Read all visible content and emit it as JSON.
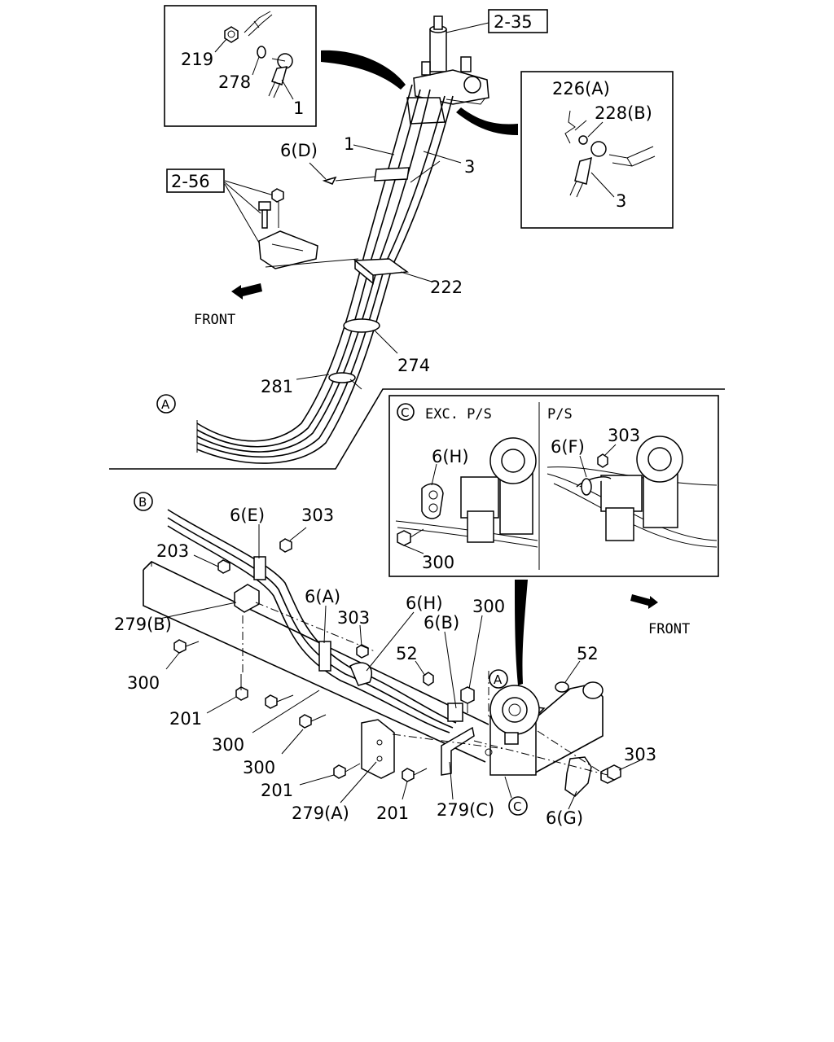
{
  "refs": {
    "r_2_35": "2-35",
    "r_2_56": "2-56"
  },
  "labels": {
    "p219": "219",
    "p278": "278",
    "p1_inset": "1",
    "p226A": "226(A)",
    "p228B": "228(B)",
    "p3_inset": "3",
    "p6D": "6(D)",
    "p1_main": "1",
    "p3_main": "3",
    "p222": "222",
    "p274": "274",
    "p281": "281",
    "front_top": "FRONT",
    "front_right": "FRONT",
    "circA_top": "A",
    "circB": "B",
    "circA_mid": "A",
    "circC_box": "C",
    "circC_bottom": "C",
    "exc_ps": "EXC. P/S",
    "ps": "P/S",
    "p6H_box": "6(H)",
    "p300_box": "300",
    "p6F": "6(F)",
    "p303_box": "303",
    "p6E": "6(E)",
    "p303_a": "303",
    "p203": "203",
    "p279B": "279(B)",
    "p300_a": "300",
    "p6A": "6(A)",
    "p303_b": "303",
    "p6H": "6(H)",
    "p300_b": "300",
    "p6B": "6(B)",
    "p52_a": "52",
    "p52_b": "52",
    "p201_a": "201",
    "p300_c": "300",
    "p300_d": "300",
    "p201_b": "201",
    "p279A": "279(A)",
    "p201_c": "201",
    "p279C": "279(C)",
    "p303_c": "303",
    "p6G": "6(G)"
  },
  "icons": [
    "front-arrow-icon",
    "callout-wedge-icon"
  ]
}
